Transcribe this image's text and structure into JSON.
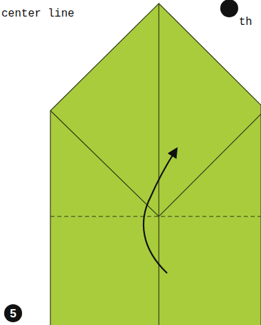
{
  "diagram": {
    "labels": [
      "center line",
      "th",
      "5"
    ]
  }
}
